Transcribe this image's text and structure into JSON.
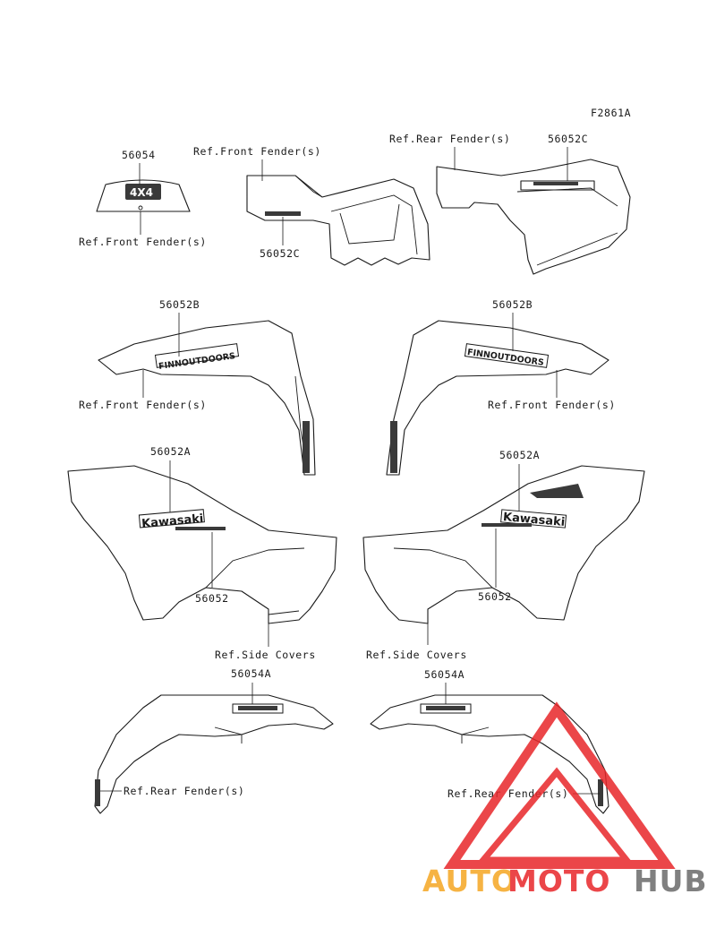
{
  "figure_code": "F2861A",
  "labels": {
    "p56054": "56054",
    "ref_front_fender_a": "Ref.Front Fender(s)",
    "ref_front_fender_b": "Ref.Front Fender(s)",
    "p56052c_bottom": "56052C",
    "ref_rear_fender_top": "Ref.Rear Fender(s)",
    "p56052c_top": "56052C",
    "p56052b_left": "56052B",
    "ref_front_fender_left": "Ref.Front Fender(s)",
    "p56052b_right": "56052B",
    "ref_front_fender_right": "Ref.Front Fender(s)",
    "p56052a_left": "56052A",
    "p56052a_right": "56052A",
    "p56052_left": "56052",
    "p56052_right": "56052",
    "ref_side_covers_left": "Ref.Side Covers",
    "ref_side_covers_right": "Ref.Side Covers",
    "p56054a_left": "56054A",
    "p56054a_right": "56054A",
    "ref_rear_fender_left": "Ref.Rear Fender(s)",
    "ref_rear_fender_right": "Ref.Rear Fender(s)"
  },
  "decals": {
    "emblem_4x4": "4X4",
    "outdoors_left": "FINNOUTDOORS",
    "outdoors_right": "FINNOUTDOORS",
    "kawasaki_left": "Kawasaki",
    "kawasaki_right": "Kawasaki"
  },
  "watermark": {
    "part1": "AUTO",
    "part2": "MOTO",
    "part3": "HUB",
    "colors": {
      "auto": "#f5a623",
      "moto": "#e8262a",
      "hub": "#6b6b6b",
      "triangle": "#e8262a"
    }
  }
}
